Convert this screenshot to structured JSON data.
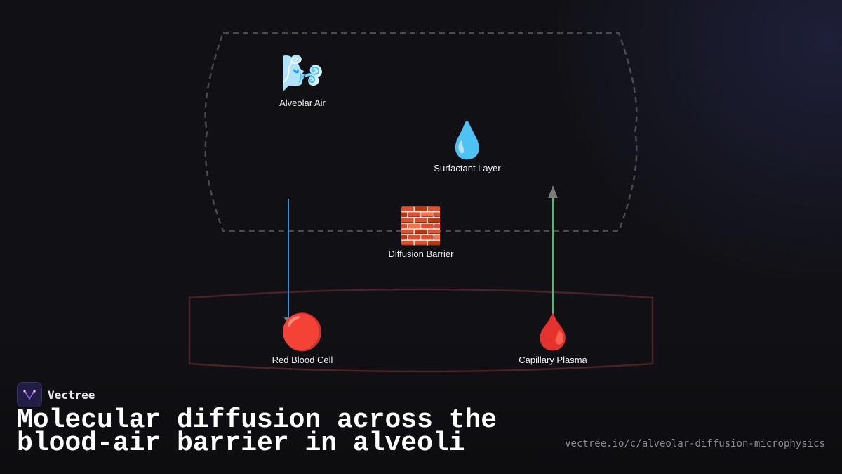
{
  "nodes": {
    "alveolar_air": {
      "icon": "🌬️",
      "label": "Alveolar Air"
    },
    "surfactant": {
      "icon": "💧",
      "label": "Surfactant Layer"
    },
    "diffusion_barrier": {
      "icon": "🧱",
      "label": "Diffusion Barrier"
    },
    "red_blood_cell": {
      "icon": "🔴",
      "label": "Red Blood Cell"
    },
    "capillary_plasma": {
      "icon": "🩸",
      "label": "Capillary Plasma"
    }
  },
  "arrows": {
    "o2_down": {
      "color": "#3b8fd9"
    },
    "co2_up": {
      "color": "#2ecc71"
    }
  },
  "colors": {
    "alveolus_outline": "#4a4a4f",
    "capillary_outline": "#4a2224",
    "arrowhead": "#7a7a7a"
  },
  "brand": {
    "name": "Vectree",
    "icon": "vectree-logo-icon"
  },
  "title": "Molecular diffusion across the blood-air barrier in alveoli",
  "url": "vectree.io/c/alveolar-diffusion-microphysics"
}
